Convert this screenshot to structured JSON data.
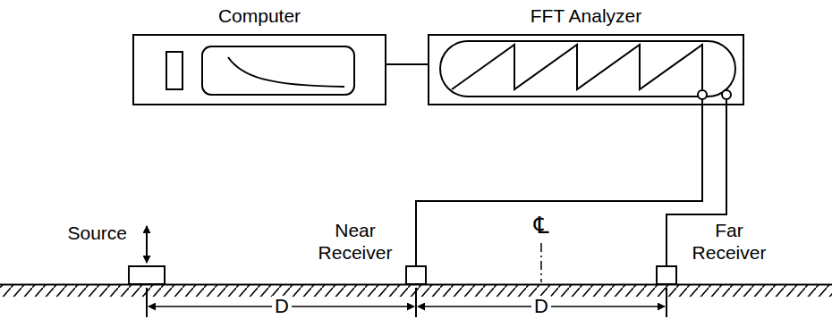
{
  "diagram": {
    "nodes": [
      {
        "text": [
          "Computer"
        ]
      },
      {
        "text": [
          "FFT Analyzer"
        ]
      },
      {
        "text": [
          "Source"
        ]
      },
      {
        "text": [
          "Near Receiver"
        ]
      },
      {
        "text": [
          "Far Receiver"
        ]
      }
    ],
    "edges": [
      {
        "from": 0,
        "to": 1,
        "arrow": "none"
      },
      {
        "from": 1,
        "to": 3,
        "arrow": "none"
      },
      {
        "from": 1,
        "to": 4,
        "arrow": "none"
      }
    ],
    "labels": [
      "℄",
      "D",
      "D"
    ]
  }
}
